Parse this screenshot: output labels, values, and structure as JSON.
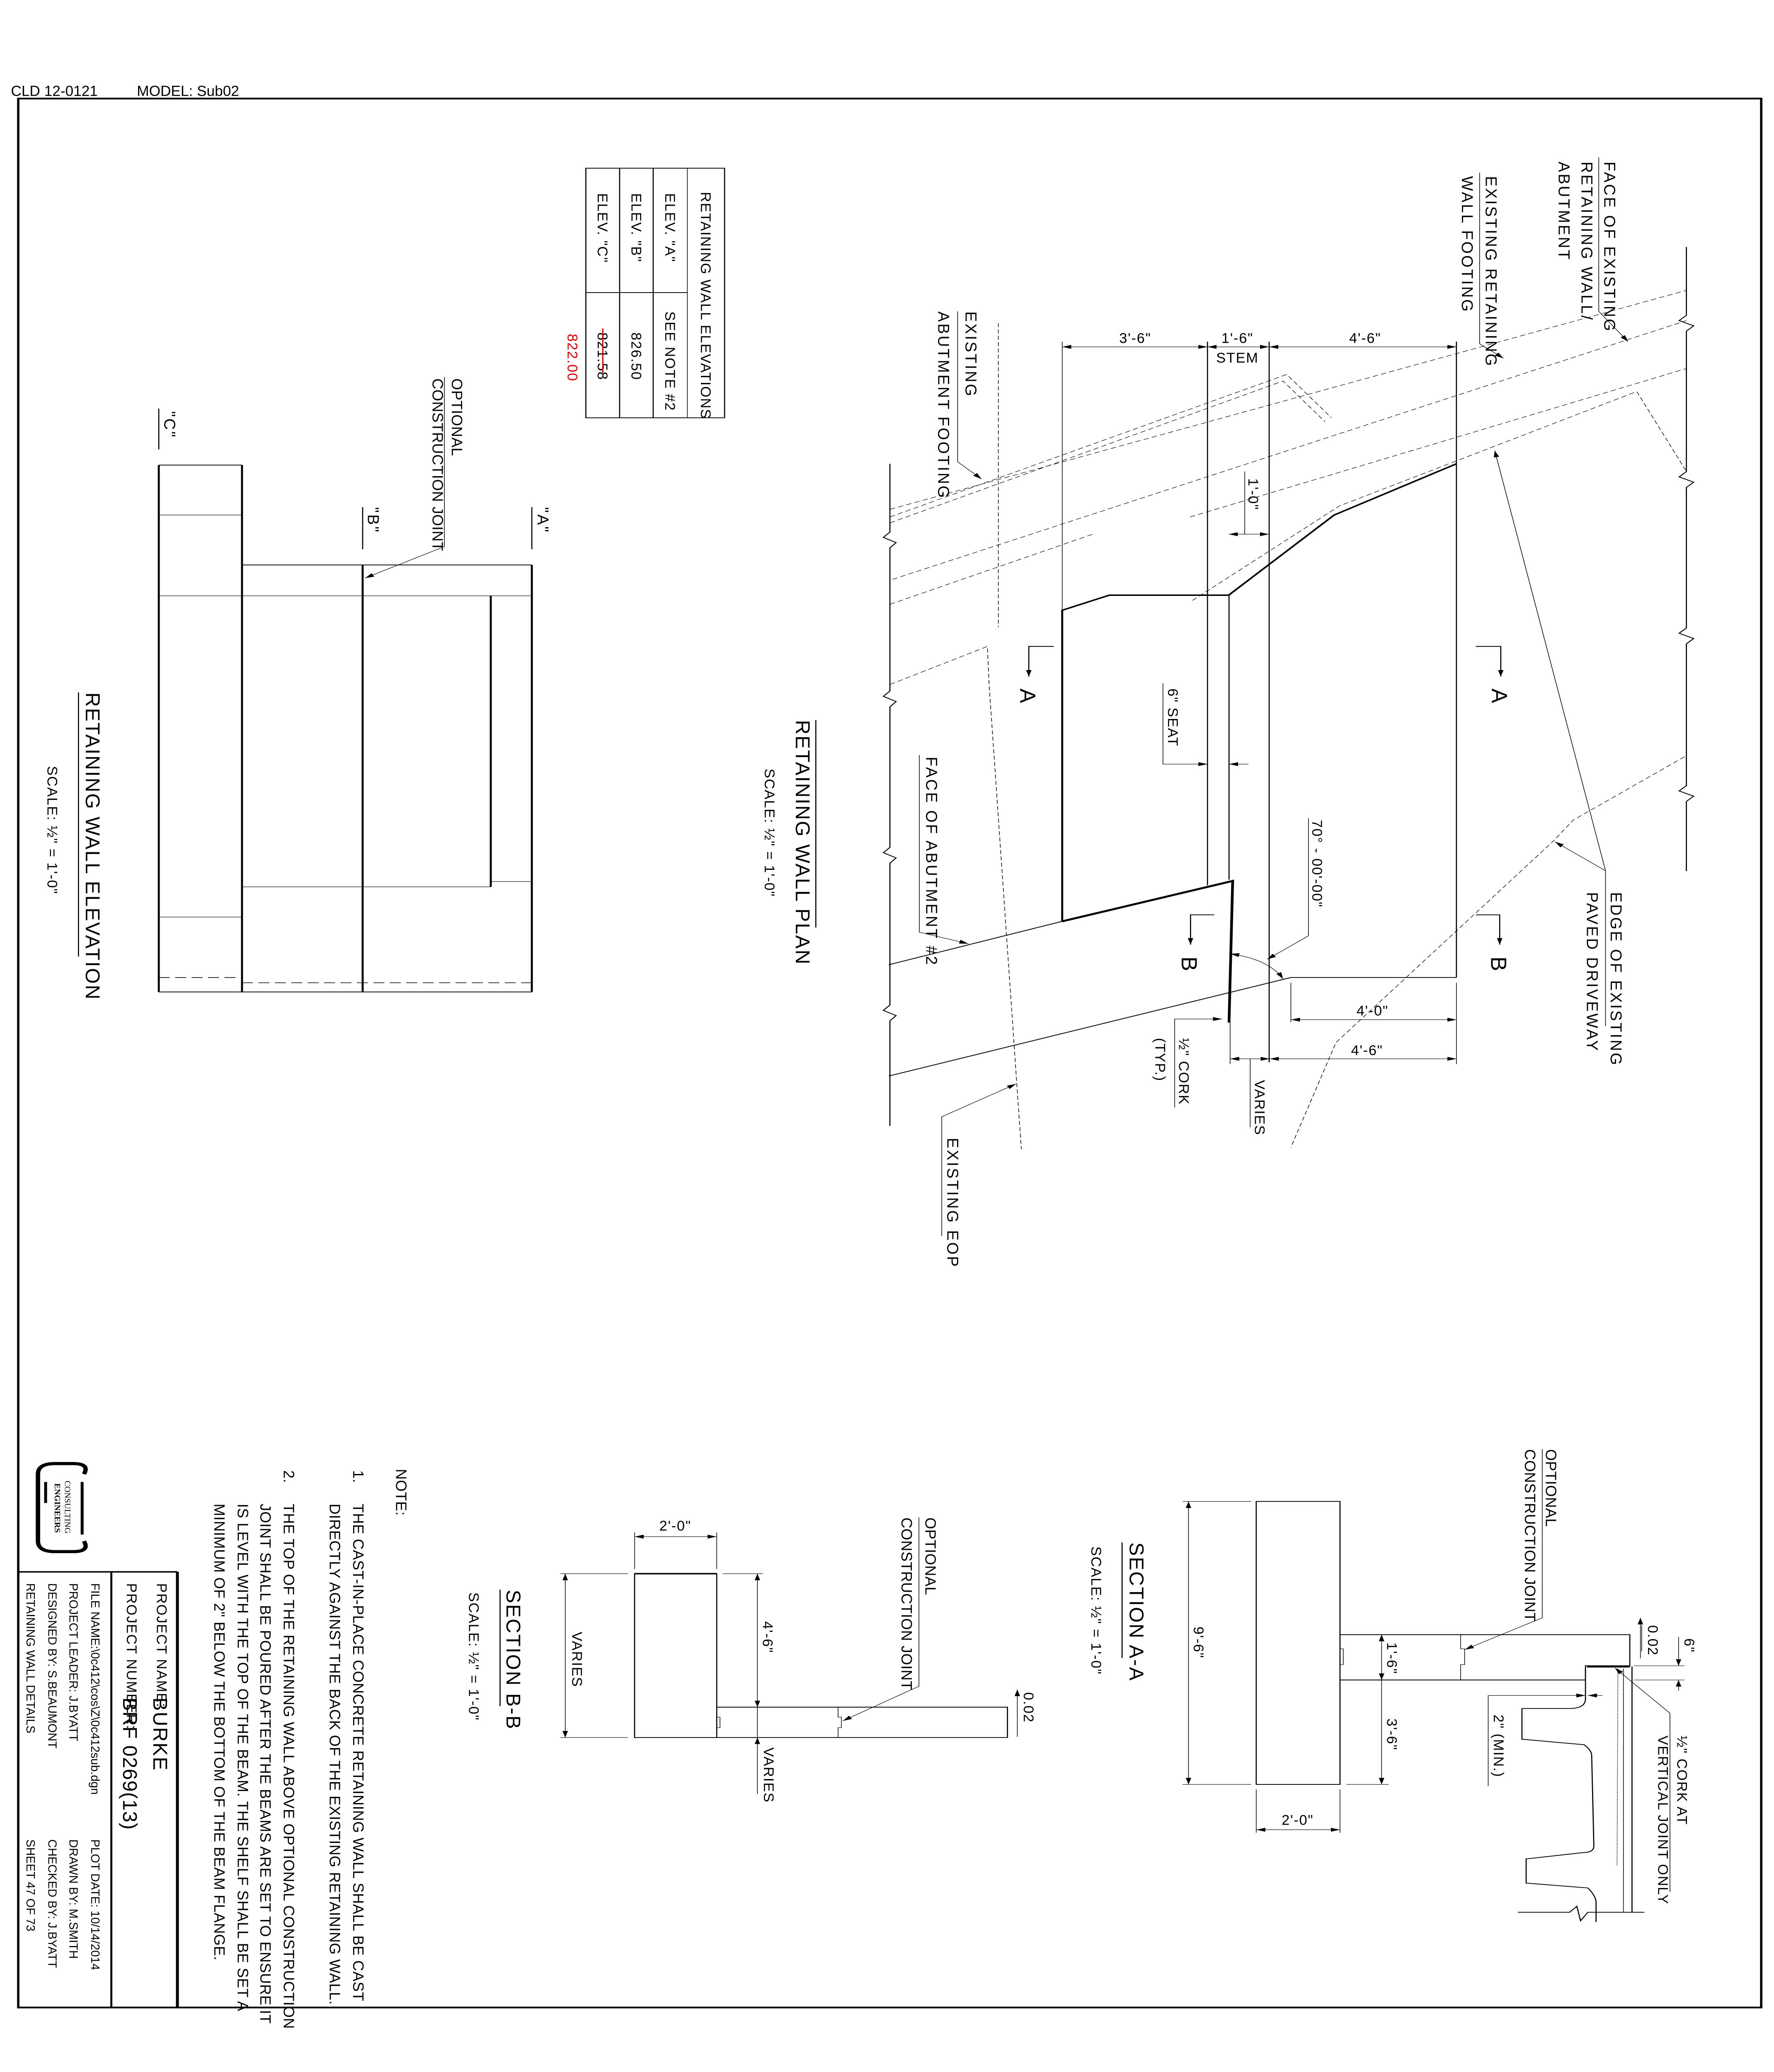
{
  "header": {
    "drawing_id": "CLD 12-0121",
    "model": "MODEL: Sub02"
  },
  "elevations_table": {
    "title": "RETAINING WALL ELEVATIONS",
    "rows": [
      {
        "label": "ELEV. \"A\"",
        "value": "SEE NOTE #2"
      },
      {
        "label": "ELEV. \"B\"",
        "value": "826.50"
      },
      {
        "label": "ELEV. \"C\"",
        "value": "821.58",
        "revised_value": "822.00"
      }
    ],
    "revision_color": "#e00000"
  },
  "elevation_view": {
    "title": "RETAINING WALL ELEVATION",
    "scale": "SCALE: ½\" = 1'-0\"",
    "marker_a": "\"A\"",
    "marker_b": "\"B\"",
    "marker_c": "\"C\"",
    "joint_label_1": "OPTIONAL",
    "joint_label_2": "CONSTRUCTION JOINT"
  },
  "plan": {
    "title": "RETAINING WALL PLAN",
    "scale": "SCALE: ½\" = 1'-0\"",
    "dims": {
      "heel": "3'-6\"",
      "stem": "1'-6\"",
      "stem_label": "STEM",
      "toe": "4'-6\"",
      "offset": "1'-0\"",
      "bottom_1": "4'-0\"",
      "bottom_2": "4'-6\"",
      "varies": "VARIES"
    },
    "seat": "6\" SEAT",
    "angle": "70° - 00'-00\"",
    "cork_1": "½\" CORK",
    "cork_2": "(TYP.)",
    "section_a": "A",
    "section_b": "B",
    "labels": {
      "existing_abutment_1": "EXISTING",
      "existing_abutment_2": "ABUTMENT FOOTING",
      "existing_wall_footing_1": "EXISTING RETAINING",
      "existing_wall_footing_2": "WALL FOOTING",
      "face_existing_1": "FACE OF EXISTING",
      "face_existing_2": "RETAINING WALL/",
      "face_existing_3": "ABUTMENT",
      "face_abutment": "FACE OF ABUTMENT #2",
      "existing_eop": "EXISTING EOP",
      "driveway_1": "EDGE OF EXISTING",
      "driveway_2": "PAVED DRIVEWAY"
    }
  },
  "section_aa": {
    "title": "SECTION A-A",
    "scale": "SCALE: ½\" = 1'-0\"",
    "joint_1": "OPTIONAL",
    "joint_2": "CONSTRUCTION JOINT",
    "dim_height": "9'-6\"",
    "dim_width": "2'-0\"",
    "dim_stem": "1'-6\"",
    "dim_lower": "3'-6\"",
    "dim_six": "6\"",
    "slope": "0.02",
    "min_gap": "2\" (MIN.)",
    "cork_1": "½\" CORK AT",
    "cork_2": "VERTICAL JOINT ONLY"
  },
  "section_bb": {
    "title": "SECTION B-B",
    "scale": "SCALE: ½\" = 1'-0\"",
    "joint_1": "OPTIONAL",
    "joint_2": "CONSTRUCTION JOINT",
    "dim_width": "2'-0\"",
    "dim_height": "VARIES",
    "dim_upper": "4'-6\"",
    "dim_lower": "VARIES",
    "slope": "0.02"
  },
  "notes": {
    "heading": "NOTE:",
    "items": [
      {
        "num": "1.",
        "lines": [
          "THE CAST-IN-PLACE CONCRETE RETAINING WALL SHALL BE CAST",
          "DIRECTLY AGAINST THE BACK OF THE EXISTING RETAINING WALL."
        ]
      },
      {
        "num": "2.",
        "lines": [
          "THE TOP OF THE RETAINING WALL ABOVE OPTIONAL CONSTRUCTION",
          "JOINT SHALL BE POURED AFTER THE BEAMS ARE SET TO ENSURE IT",
          "IS LEVEL WITH THE TOP OF THE BEAM. THE SHELF SHALL BE SET A",
          "MINIMUM OF 2\" BELOW THE BOTTOM OF THE BEAM FLANGE."
        ]
      }
    ]
  },
  "title_block": {
    "logo_text_1": "CONSULTING",
    "logo_text_2": "ENGINEERS",
    "project_name_label": "PROJECT NAME:",
    "project_name": "BURKE",
    "project_number_label": "PROJECT NUMBER:",
    "project_number": "BRF 0269(13)",
    "file_name": "FILE NAME:\\0c412\\cos\\Z\\0c412sub.dgn",
    "project_leader": "PROJECT LEADER: J.BYATT",
    "designed_by": "DESIGNED BY:   S.BEAUMONT",
    "sheet_title": "RETAINING WALL DETAILS",
    "plot_date": "PLOT DATE: 10/14/2014",
    "drawn_by": "DRAWN BY:  M.SMITH",
    "checked_by": "CHECKED BY: J.BYATT",
    "sheet": "SHEET   47  OF  73"
  }
}
